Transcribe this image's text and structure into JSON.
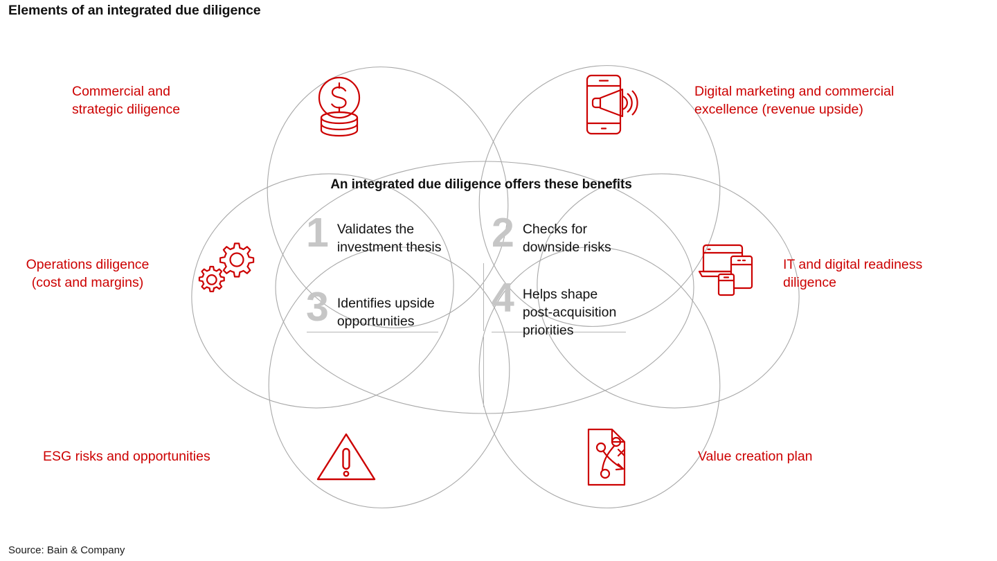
{
  "page": {
    "title": "Elements of an integrated due diligence",
    "source": "Source: Bain & Company"
  },
  "colors": {
    "accent_red": "#cc0000",
    "number_gray": "#c6c6c6",
    "outline_gray": "#a8a8a8",
    "text_black": "#111111"
  },
  "center": {
    "heading": "An integrated due diligence offers these benefits",
    "benefits": [
      {
        "number": "1",
        "text": "Validates the\ninvestment thesis"
      },
      {
        "number": "2",
        "text": "Checks for\ndownside risks"
      },
      {
        "number": "3",
        "text": "Identifies upside\nopportunities"
      },
      {
        "number": "4",
        "text": "Helps shape\npost-acquisition\npriorities"
      }
    ]
  },
  "petals": [
    {
      "id": "commercial",
      "label": "Commercial and\nstrategic diligence",
      "icon": "coin-stack-dollar-icon"
    },
    {
      "id": "digital-marketing",
      "label": "Digital marketing and commercial\nexcellence (revenue upside)",
      "icon": "mobile-megaphone-icon"
    },
    {
      "id": "operations",
      "label": "Operations diligence\n(cost and margins)",
      "icon": "gears-icon"
    },
    {
      "id": "it-readiness",
      "label": "IT and digital readiness\ndiligence",
      "icon": "devices-icon"
    },
    {
      "id": "esg",
      "label": "ESG risks and opportunities",
      "icon": "warning-triangle-icon"
    },
    {
      "id": "value-creation",
      "label": "Value creation plan",
      "icon": "strategy-document-icon"
    }
  ],
  "chart_data": {
    "type": "diagram",
    "subtype": "venn-petal",
    "title": "Elements of an integrated due diligence",
    "center_label": "An integrated due diligence offers these benefits",
    "outer_segments": [
      "Commercial and strategic diligence",
      "Digital marketing and commercial excellence (revenue upside)",
      "Operations diligence (cost and margins)",
      "IT and digital readiness diligence",
      "ESG risks and opportunities",
      "Value creation plan"
    ],
    "center_items": [
      "1 Validates the investment thesis",
      "2 Checks for downside risks",
      "3 Identifies upside opportunities",
      "4 Helps shape post-acquisition priorities"
    ]
  }
}
